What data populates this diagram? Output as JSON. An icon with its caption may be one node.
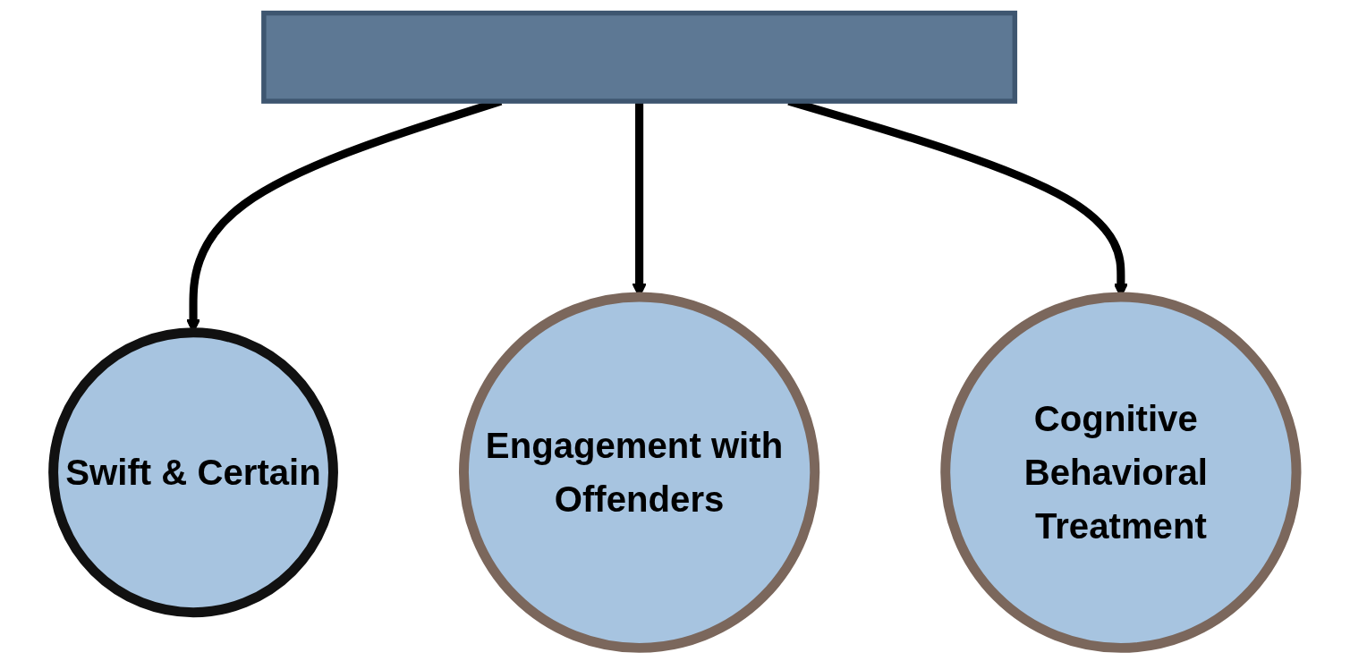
{
  "diagram": {
    "nodes": [
      {
        "text": [],
        "shape": "bar"
      },
      {
        "text": [
          "Swift & Certain"
        ]
      },
      {
        "text": [
          "Engagement with Offenders"
        ]
      },
      {
        "text": [
          "Cognitive Behavioral Treatment"
        ]
      }
    ],
    "edges": [
      {
        "from": 0,
        "to": 1,
        "arrow": "to"
      },
      {
        "from": 0,
        "to": 2,
        "arrow": "to"
      },
      {
        "from": 0,
        "to": 3,
        "arrow": "to"
      }
    ]
  }
}
